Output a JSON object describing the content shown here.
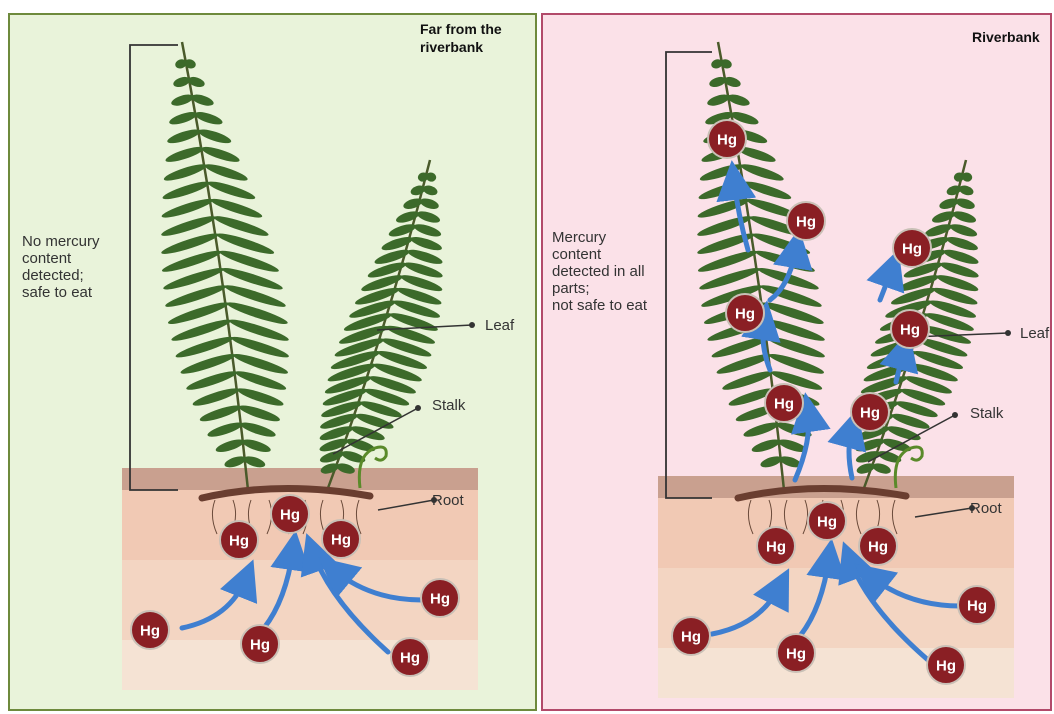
{
  "colors": {
    "left_panel_bg": "#e9f3da",
    "left_panel_border": "#6e8a3c",
    "right_panel_bg": "#fbe1e8",
    "right_panel_border": "#b24a6a",
    "hg_fill": "#8a1f24",
    "hg_stroke": "#c9c0b6",
    "arrow": "#3f7fd0",
    "fern": "#3c6a2a",
    "soil_top": "#c9a08f",
    "soil": "#f1c9b4"
  },
  "left": {
    "title_lines": [
      "Far from the",
      "riverbank"
    ],
    "status_lines": [
      "No mercury",
      "content",
      "detected;",
      "safe to eat"
    ],
    "labels": {
      "leaf": "Leaf",
      "stalk": "Stalk",
      "root": "Root"
    },
    "hg_label": "Hg"
  },
  "right": {
    "title_lines": [
      "Riverbank"
    ],
    "status_lines": [
      "Mercury",
      "content",
      "detected in all",
      "parts;",
      "not safe to eat"
    ],
    "labels": {
      "leaf": "Leaf",
      "stalk": "Stalk",
      "root": "Root"
    },
    "hg_label": "Hg"
  }
}
